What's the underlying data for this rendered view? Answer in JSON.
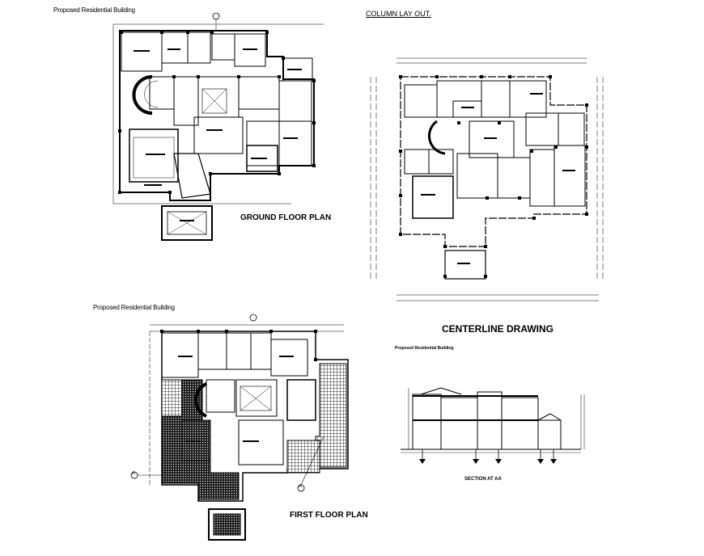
{
  "sheet": {
    "ground_heading": "Proposed Residential Building",
    "ground_title": "GROUND FLOOR PLAN",
    "column_title": "COLUMN LAY OUT.",
    "centerline_title": "CENTERLINE DRAWING",
    "first_heading": "Proposed Residential Building",
    "first_title": "FIRST FLOOR PLAN",
    "section_heading": "Proposed Residential Building",
    "section_title": "SECTION AT AA",
    "section_marker": "A"
  },
  "colors": {
    "ink": "#000000",
    "paper": "#ffffff"
  }
}
